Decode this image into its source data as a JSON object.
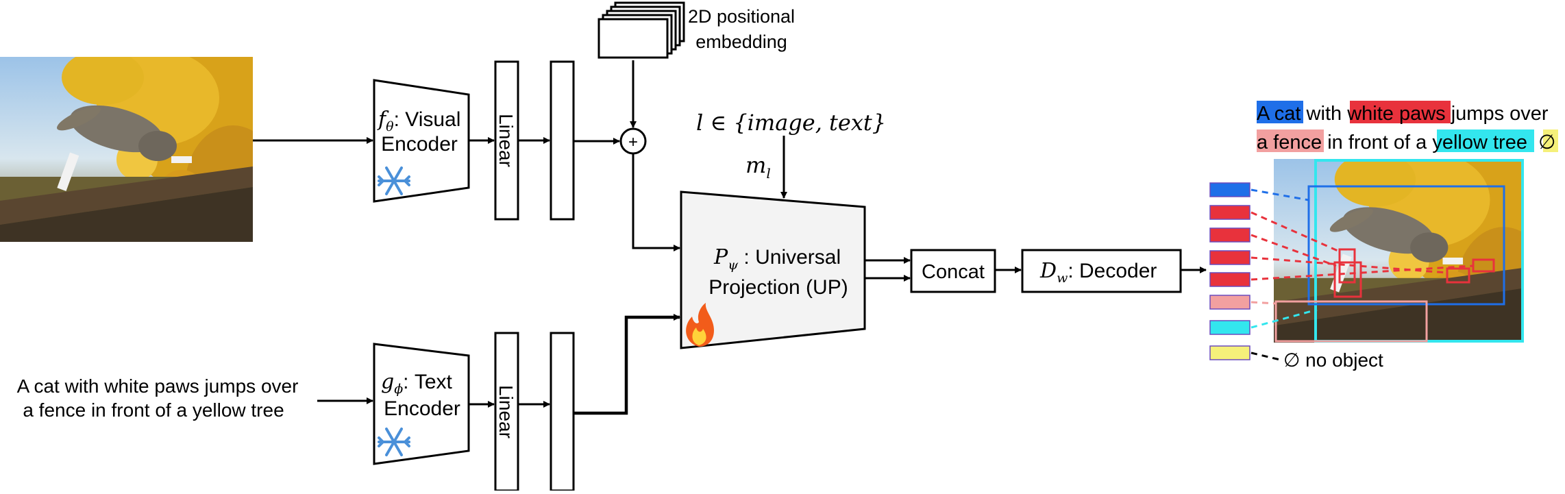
{
  "input_text": [
    "A cat with white paws jumps over",
    "a fence in front of a yellow tree"
  ],
  "positional_embedding_label": [
    "2D positional",
    "embedding"
  ],
  "visual_encoder": {
    "symbol": "f",
    "subscript": "θ",
    "label": ": Visual",
    "label2": "Encoder"
  },
  "text_encoder": {
    "symbol": "g",
    "subscript": "ϕ",
    "label": ": Text",
    "label2": "Encoder"
  },
  "linear_label": "Linear",
  "plus_symbol": "+",
  "modality_eq": "l ∈ {image, text}",
  "modality_var": {
    "symbol": "m",
    "subscript": "l"
  },
  "projection": {
    "symbol": "P",
    "subscript": "ψ",
    "label": " : Universal",
    "label2": "Projection (UP)"
  },
  "concat_label": "Concat",
  "decoder": {
    "symbol": "D",
    "subscript": "w",
    "label": ": Decoder"
  },
  "caption": {
    "line1": [
      {
        "text": "A cat",
        "color": "#1f6fe8",
        "highlight": true
      },
      {
        "text": " with ",
        "highlight": false
      },
      {
        "text": "white paws",
        "color": "#e8323c",
        "highlight": true
      },
      {
        "text": " jumps over",
        "highlight": false
      }
    ],
    "line2": [
      {
        "text": "a fence",
        "color": "#f2a0a0",
        "highlight": true
      },
      {
        "text": " in front of a ",
        "highlight": false
      },
      {
        "text": "yellow tree",
        "color": "#33e6ee",
        "highlight": true
      },
      {
        "text": "  ",
        "highlight": false
      },
      {
        "text": "∅",
        "color": "#f5f07a",
        "highlight": true
      }
    ]
  },
  "queries": [
    {
      "color": "#1f6fe8"
    },
    {
      "color": "#e8323c"
    },
    {
      "color": "#e8323c"
    },
    {
      "color": "#e8323c"
    },
    {
      "color": "#e8323c"
    },
    {
      "color": "#f2a0a0"
    },
    {
      "color": "#33e6ee"
    },
    {
      "color": "#f5f07a"
    }
  ],
  "no_object_label": "∅ no object",
  "icons": [
    "cat-photo",
    "snowflake-icon",
    "fire-icon"
  ]
}
